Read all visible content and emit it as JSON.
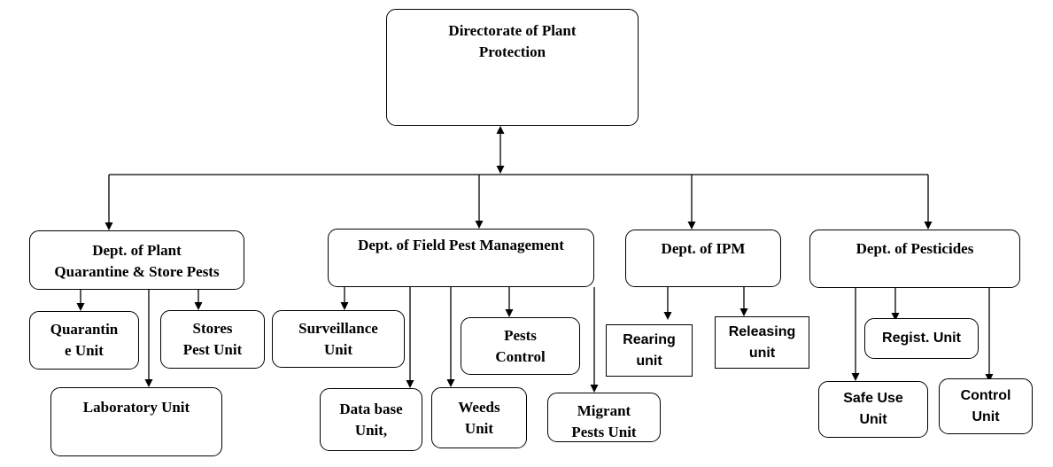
{
  "diagram": {
    "root": {
      "label": "Directorate of Plant\nProtection"
    },
    "departments": {
      "quarantine": "Dept. of Plant\nQuarantine & Store Pests",
      "field": "Dept. of Field Pest Management",
      "ipm": "Dept. of IPM",
      "pesticides": "Dept. of Pesticides"
    },
    "units": {
      "quarantine_unit": "Quarantin\ne Unit",
      "stores_pest_unit": "Stores\nPest Unit",
      "laboratory_unit": "Laboratory Unit",
      "surveillance_unit": "Surveillance\nUnit",
      "pests_control": "Pests\nControl",
      "database_unit": "Data base\nUnit,",
      "weeds_unit": "Weeds\nUnit",
      "migrant_pests_unit": "Migrant\nPests Unit",
      "rearing_unit": "Rearing\nunit",
      "releasing_unit": "Releasing\nunit",
      "regist_unit": "Regist. Unit",
      "safe_use_unit": "Safe Use\nUnit",
      "control_unit": "Control\nUnit"
    },
    "colors": {
      "line": "#000000",
      "fill": "#ffffff"
    }
  }
}
